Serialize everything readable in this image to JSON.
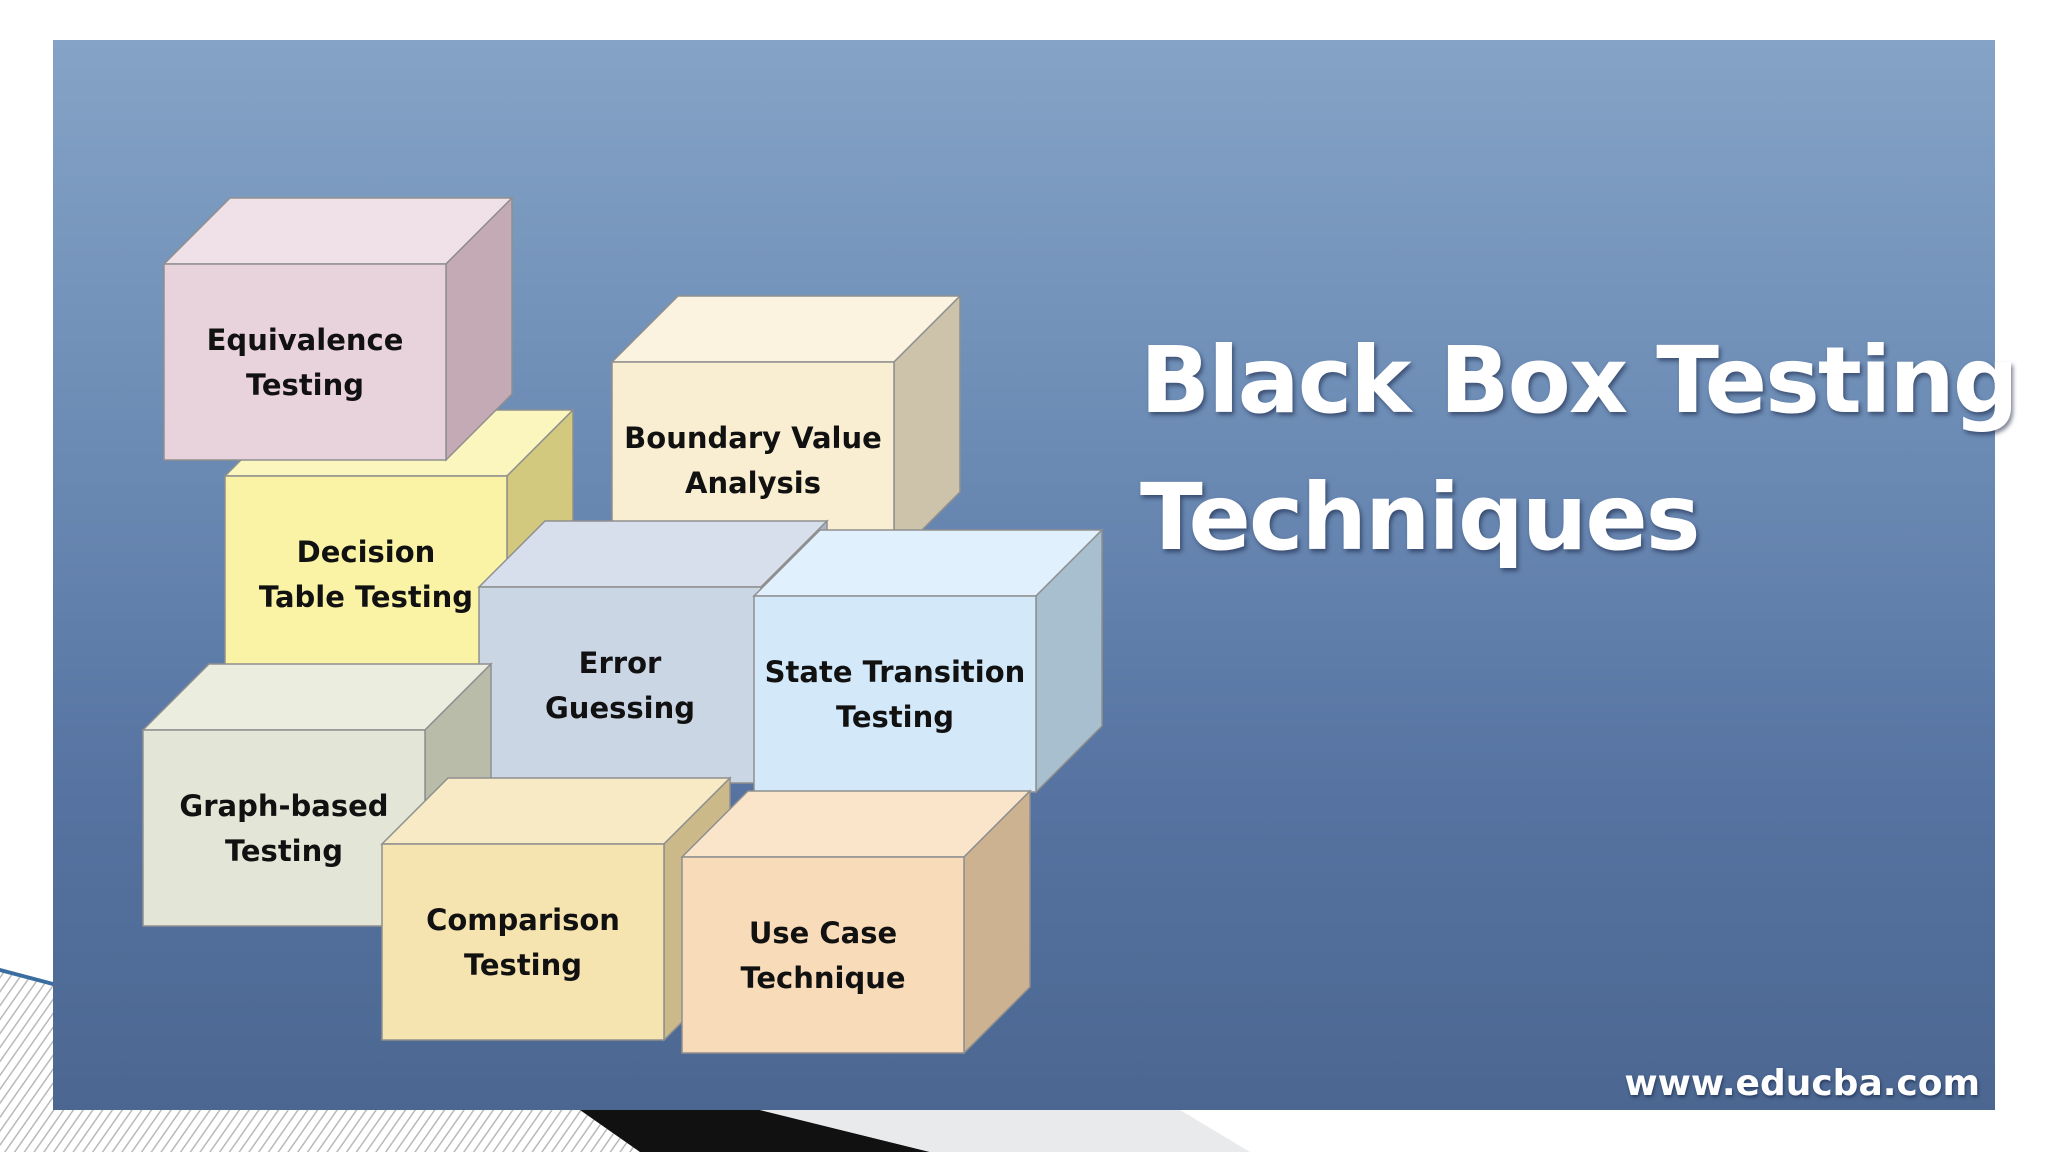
{
  "slide": {
    "title_line1": "Black Box Testing",
    "title_line2": "Techniques",
    "website": "www.educba.com"
  },
  "cubes": [
    {
      "id": "equivalence",
      "lines": [
        "Equivalence",
        "Testing"
      ],
      "front": "#e8d2dc",
      "top": "#f0e0e7",
      "side": "#c3aab4"
    },
    {
      "id": "decision-table",
      "lines": [
        "Decision",
        "Table Testing"
      ],
      "front": "#faf3a6",
      "top": "#fbf6bd",
      "side": "#d2c97f"
    },
    {
      "id": "boundary-value",
      "lines": [
        "Boundary Value",
        "Analysis"
      ],
      "front": "#f9eed2",
      "top": "#fbf3df",
      "side": "#cdc3aa"
    },
    {
      "id": "error-guessing",
      "lines": [
        "Error",
        "Guessing"
      ],
      "front": "#cbd6e5",
      "top": "#d6dfeb",
      "side": "#a9b5c5"
    },
    {
      "id": "state-transition",
      "lines": [
        "State Transition",
        "Testing"
      ],
      "front": "#d3e9fa",
      "top": "#e0f0fc",
      "side": "#a8bfcf"
    },
    {
      "id": "graph-based",
      "lines": [
        "Graph-based",
        "Testing"
      ],
      "front": "#e3e6d6",
      "top": "#ebeddf",
      "side": "#b9bca9"
    },
    {
      "id": "comparison",
      "lines": [
        "Comparison",
        "Testing"
      ],
      "front": "#f5e3b0",
      "top": "#f8eac4",
      "side": "#cbb98a"
    },
    {
      "id": "use-case",
      "lines": [
        "Use Case",
        "Technique"
      ],
      "front": "#f8dbb8",
      "top": "#fae5cb",
      "side": "#cdb291"
    }
  ]
}
